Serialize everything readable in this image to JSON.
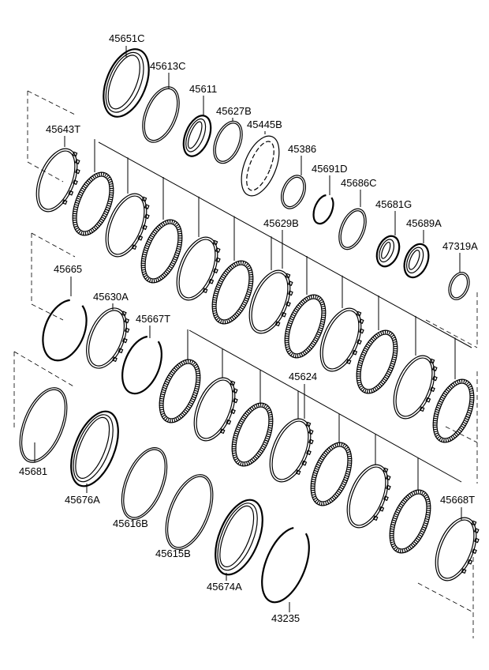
{
  "labels": {
    "p45651C": "45651C",
    "p45613C": "45613C",
    "p45611": "45611",
    "p45627B": "45627B",
    "p45445B": "45445B",
    "p45386": "45386",
    "p45691D": "45691D",
    "p45686C": "45686C",
    "p45681G": "45681G",
    "p45689A": "45689A",
    "p47319A": "47319A",
    "p45643T": "45643T",
    "p45629B": "45629B",
    "p45665": "45665",
    "p45630A": "45630A",
    "p45667T": "45667T",
    "p45624": "45624",
    "p45681": "45681",
    "p45676A": "45676A",
    "p45616B": "45616B",
    "p45615B": "45615B",
    "p45674A": "45674A",
    "p43235": "43235",
    "p45668T": "45668T"
  }
}
